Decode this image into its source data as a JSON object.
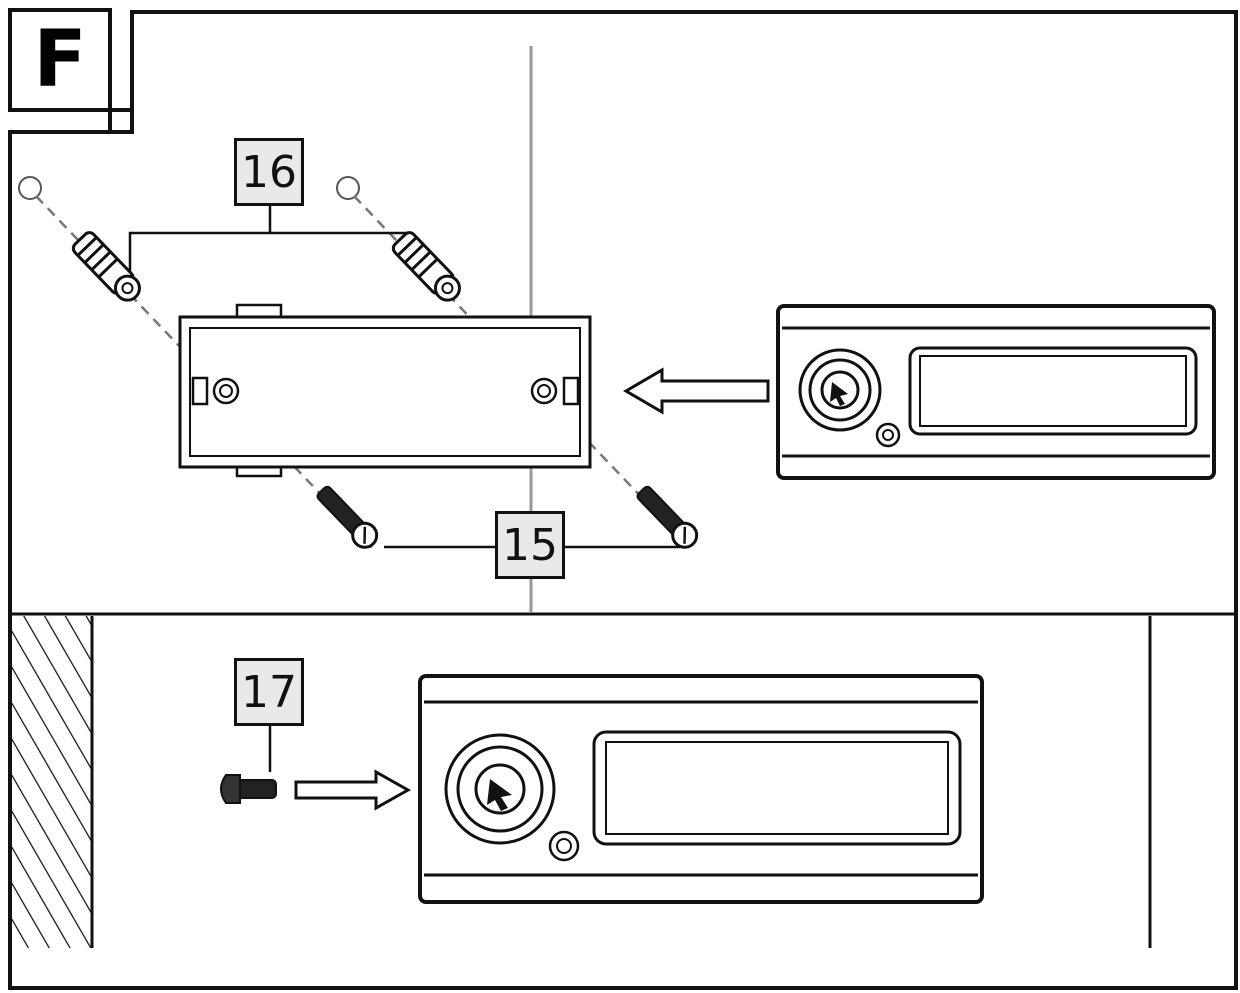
{
  "step": {
    "letter": "F"
  },
  "callouts": {
    "anchors": "16",
    "screws": "15",
    "fixing_screw": "17"
  },
  "colors": {
    "line": "#111111",
    "callout_fill": "#e9e9e9",
    "wall_line": "#999999",
    "dash": "#777777"
  },
  "icons": [
    "wall-anchor-icon",
    "screw-icon",
    "doorbell-button-icon",
    "mounting-plate-icon",
    "arrow-icon"
  ]
}
